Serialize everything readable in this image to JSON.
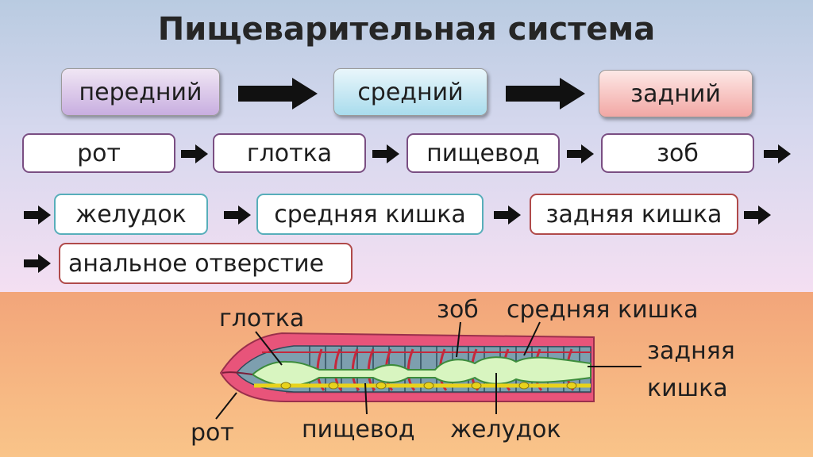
{
  "title": "Пищеварительная система",
  "sections": {
    "front": "передний",
    "middle": "средний",
    "rear": "задний"
  },
  "organs": {
    "mouth": "рот",
    "pharynx": "глотка",
    "esophagus": "пищевод",
    "crop": "зоб",
    "gizzard": "желудок",
    "midgut": "средняя кишка",
    "hindgut": "задняя кишка",
    "anus": "анальное отверстие"
  },
  "diagram_labels": {
    "pharynx": "глотка",
    "crop": "зоб",
    "midgut": "средняя кишка",
    "hindgut_line1": "задняя",
    "hindgut_line2": "кишка",
    "mouth": "рот",
    "esophagus": "пищевод",
    "gizzard": "желудок"
  }
}
